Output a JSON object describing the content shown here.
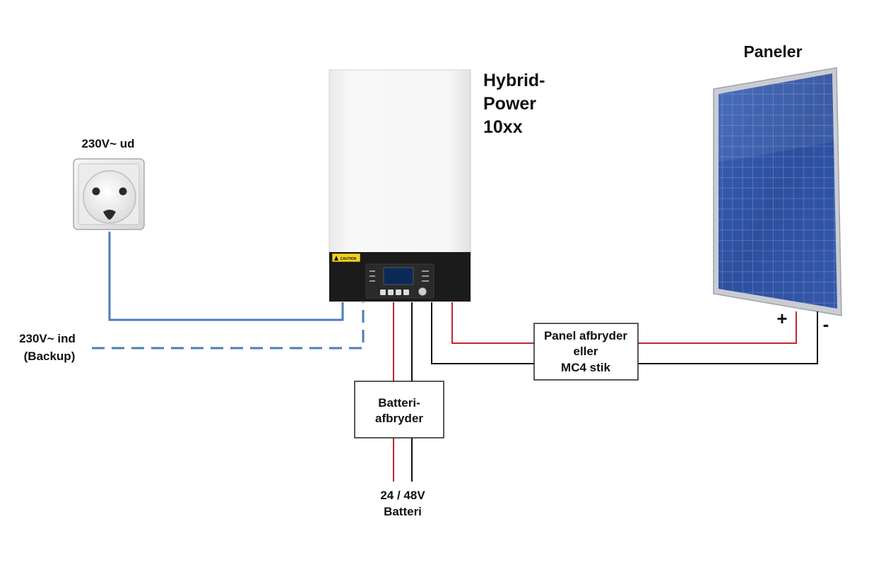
{
  "labels": {
    "socket_title": "230V~ ud",
    "backup_line1": "230V~ ind",
    "backup_line2": "(Backup)",
    "inverter_line1": "Hybrid-",
    "inverter_line2": "Power",
    "inverter_line3": "10xx",
    "panels_title": "Paneler",
    "panel_switch_line1": "Panel afbryder",
    "panel_switch_line2": "eller",
    "panel_switch_line3": "MC4 stik",
    "battery_switch_line1": "Batteri-",
    "battery_switch_line2": "afbryder",
    "battery_line1": "24 / 48V",
    "battery_line2": "Batteri",
    "plus": "+",
    "minus": "-",
    "caution": "CAUTION"
  },
  "colors": {
    "ac_wire": "#4a7ebb",
    "dc_positive": "#c0272d",
    "dc_negative": "#111111",
    "panel_frame": "#c9ccd1",
    "panel_cells": "#2f4fa0",
    "inverter_body": "#f4f4f4",
    "inverter_base": "#1b1b1b",
    "lcd": "#0a2a55"
  }
}
